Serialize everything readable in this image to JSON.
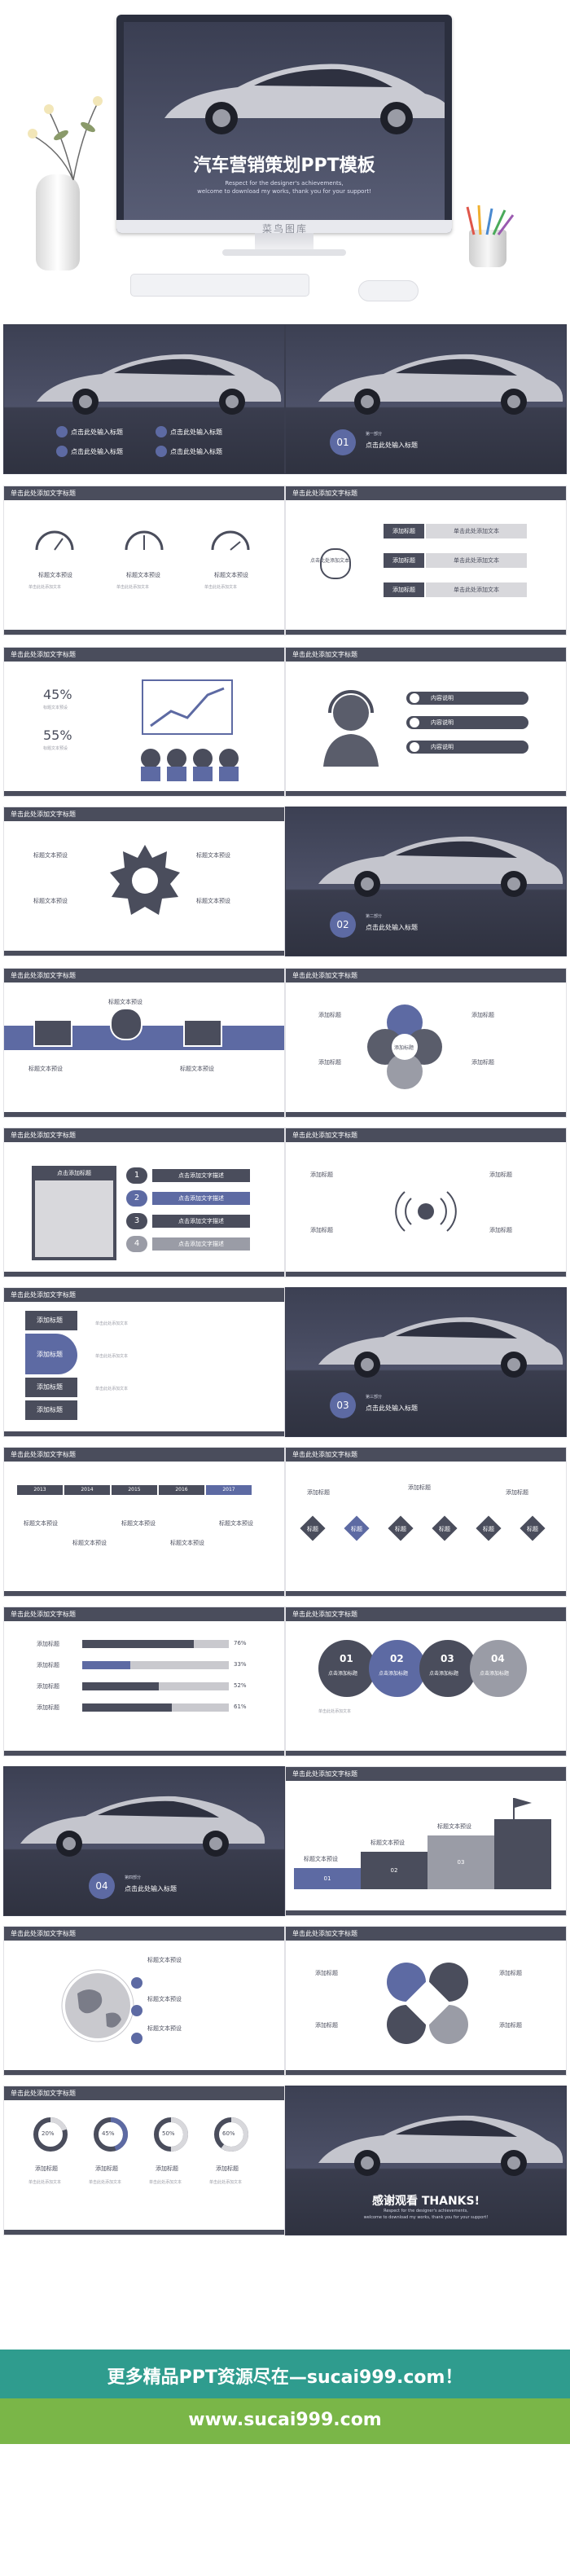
{
  "hero": {
    "title": "汽车营销策划PPT模板",
    "sub_line1": "Respect for the designer's achievements,",
    "sub_line2": "welcome to download my works, thank you for your support!",
    "watermark": "菜鸟图库"
  },
  "common": {
    "slide_header": "单击此处添加文字标题",
    "title_placeholder": "点击此处输入标题",
    "subtitle": "标题文本预设",
    "add_title": "添加标题",
    "add_text": "单击此处添加文本",
    "content_desc": "内容说明",
    "click_text": "点击此处添加文本"
  },
  "s1": {
    "items": [
      "点击此处输入标题",
      "点击此处输入标题",
      "点击此处输入标题",
      "点击此处输入标题"
    ]
  },
  "s2": {
    "part": "第一部分",
    "num": "01",
    "title": "点击此处输入标题"
  },
  "s3": {
    "items": [
      "标题文本预设",
      "标题文本预设",
      "标题文本预设"
    ]
  },
  "s4": {
    "center": "点击此处添加文本",
    "items": [
      "添加标题",
      "添加标题",
      "添加标题"
    ],
    "texts": [
      "单击此处添加文本",
      "单击此处添加文本",
      "单击此处添加文本"
    ]
  },
  "s5": {
    "p1": "45%",
    "p2": "55%",
    "label": "标题文本预设"
  },
  "s6": {
    "items": [
      "内容说明",
      "内容说明",
      "内容说明"
    ]
  },
  "s7": {
    "items": [
      "标题文本预设",
      "标题文本预设",
      "标题文本预设",
      "标题文本预设"
    ]
  },
  "s8": {
    "part": "第二部分",
    "num": "02",
    "title": "点击此处输入标题"
  },
  "s9": {
    "items": [
      "标题文本预设",
      "标题文本预设",
      "标题文本预设"
    ]
  },
  "s10": {
    "center": "添加标题",
    "petals": [
      "添加标题",
      "添加标题",
      "添加标题",
      "添加标题"
    ]
  },
  "s11": {
    "box_title": "点击添加标题",
    "steps": [
      "点击添加文字描述",
      "点击添加文字描述",
      "点击添加文字描述",
      "点击添加文字描述"
    ],
    "nums": [
      "1",
      "2",
      "3",
      "4"
    ]
  },
  "s12": {
    "items": [
      "添加标题",
      "添加标题",
      "添加标题",
      "添加标题"
    ]
  },
  "s13": {
    "items": [
      "添加标题",
      "添加标题",
      "添加标题",
      "添加标题"
    ]
  },
  "s14": {
    "part": "第三部分",
    "num": "03",
    "title": "点击此处输入标题"
  },
  "s15": {
    "years": [
      "2013",
      "2014",
      "2015",
      "2016",
      "2017"
    ],
    "label": "标题文本预设"
  },
  "s16": {
    "diamond": "标题",
    "items": [
      "添加标题",
      "添加标题",
      "添加标题"
    ]
  },
  "s17": {
    "rows": [
      {
        "label": "添加标题",
        "pct": "76%",
        "value": 0.76
      },
      {
        "label": "添加标题",
        "pct": "33%",
        "value": 0.33
      },
      {
        "label": "添加标题",
        "pct": "52%",
        "value": 0.52
      },
      {
        "label": "添加标题",
        "pct": "61%",
        "value": 0.61
      }
    ]
  },
  "s18": {
    "nums": [
      "01",
      "02",
      "03",
      "04"
    ],
    "title": "点击添加标题",
    "sub": "点此处添加文字"
  },
  "s19": {
    "part": "第四部分",
    "num": "04",
    "title": "点击此处输入标题"
  },
  "s20": {
    "steps": [
      "01",
      "02",
      "03"
    ],
    "label": "标题文本预设"
  },
  "s21": {
    "items": [
      "标题文本预设",
      "标题文本预设",
      "标题文本预设"
    ]
  },
  "s22": {
    "items": [
      "添加标题",
      "添加标题",
      "添加标题",
      "添加标题"
    ]
  },
  "s23": {
    "pcts": [
      "20%",
      "45%",
      "50%",
      "60%"
    ],
    "values": [
      0.2,
      0.45,
      0.5,
      0.6
    ],
    "label": "添加标题"
  },
  "s24": {
    "thanks": "感谢观看 THANKS!",
    "sub_line1": "Respect for the designer's achievements,",
    "sub_line2": "welcome to download my works, thank you for your support!"
  },
  "footer": {
    "line1": "更多精品PPT资源尽在—sucai999.com！",
    "line2": "www.sucai999.com"
  },
  "colors": {
    "accent": "#5d6aa3",
    "dark": "#4a4d5c",
    "green": "#7ab648",
    "teal": "#2f9c8e"
  }
}
